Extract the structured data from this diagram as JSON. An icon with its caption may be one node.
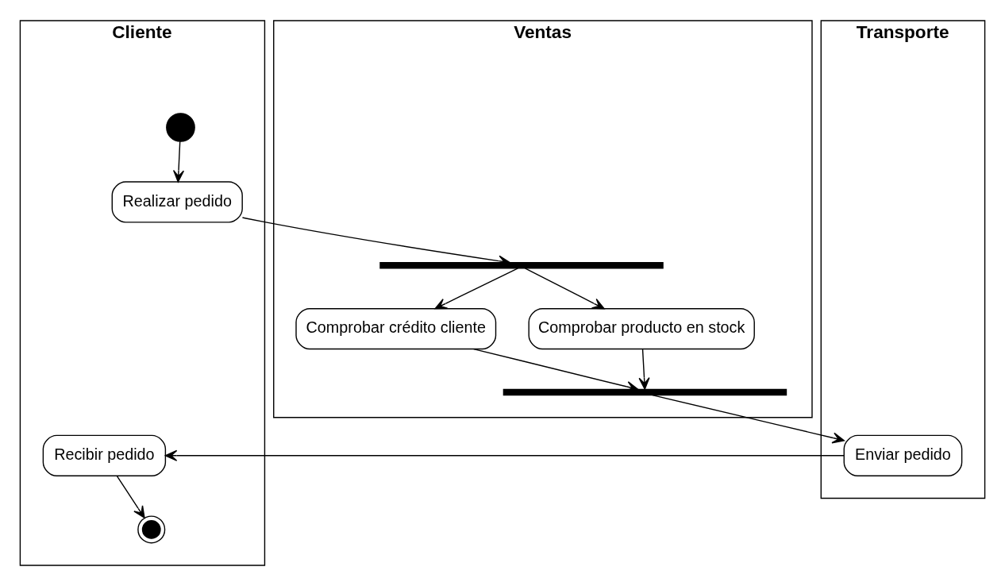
{
  "diagram": {
    "nodes": [
      {
        "text": [
          "Cliente"
        ]
      },
      {
        "text": [
          "Ventas"
        ]
      },
      {
        "text": [
          "Transporte"
        ]
      },
      {
        "text": [],
        "shape": "circle",
        "in": 0
      },
      {
        "text": [
          "Realizar pedido"
        ],
        "in": 0
      },
      {
        "text": [],
        "shape": "bar",
        "in": 1
      },
      {
        "text": [
          "Comprobar crédito cliente"
        ],
        "in": 1
      },
      {
        "text": [
          "Comprobar producto en stock"
        ],
        "in": 1
      },
      {
        "text": [],
        "shape": "bar",
        "in": 1
      },
      {
        "text": [
          "Enviar pedido"
        ],
        "in": 2
      },
      {
        "text": [
          "Recibir pedido"
        ],
        "in": 0
      },
      {
        "text": [],
        "shape": "bullseye",
        "in": 0
      }
    ],
    "edges": [
      {
        "from": 3,
        "to": 4,
        "arrow": "to"
      },
      {
        "from": 4,
        "to": 5,
        "arrow": "to"
      },
      {
        "from": 5,
        "to": 6,
        "arrow": "to"
      },
      {
        "from": 5,
        "to": 7,
        "arrow": "to"
      },
      {
        "from": 6,
        "to": 8,
        "arrow": "to"
      },
      {
        "from": 7,
        "to": 8,
        "arrow": "to"
      },
      {
        "from": 8,
        "to": 9,
        "arrow": "to"
      },
      {
        "from": 9,
        "to": 10,
        "arrow": "to"
      },
      {
        "from": 10,
        "to": 11,
        "arrow": "to"
      }
    ]
  }
}
